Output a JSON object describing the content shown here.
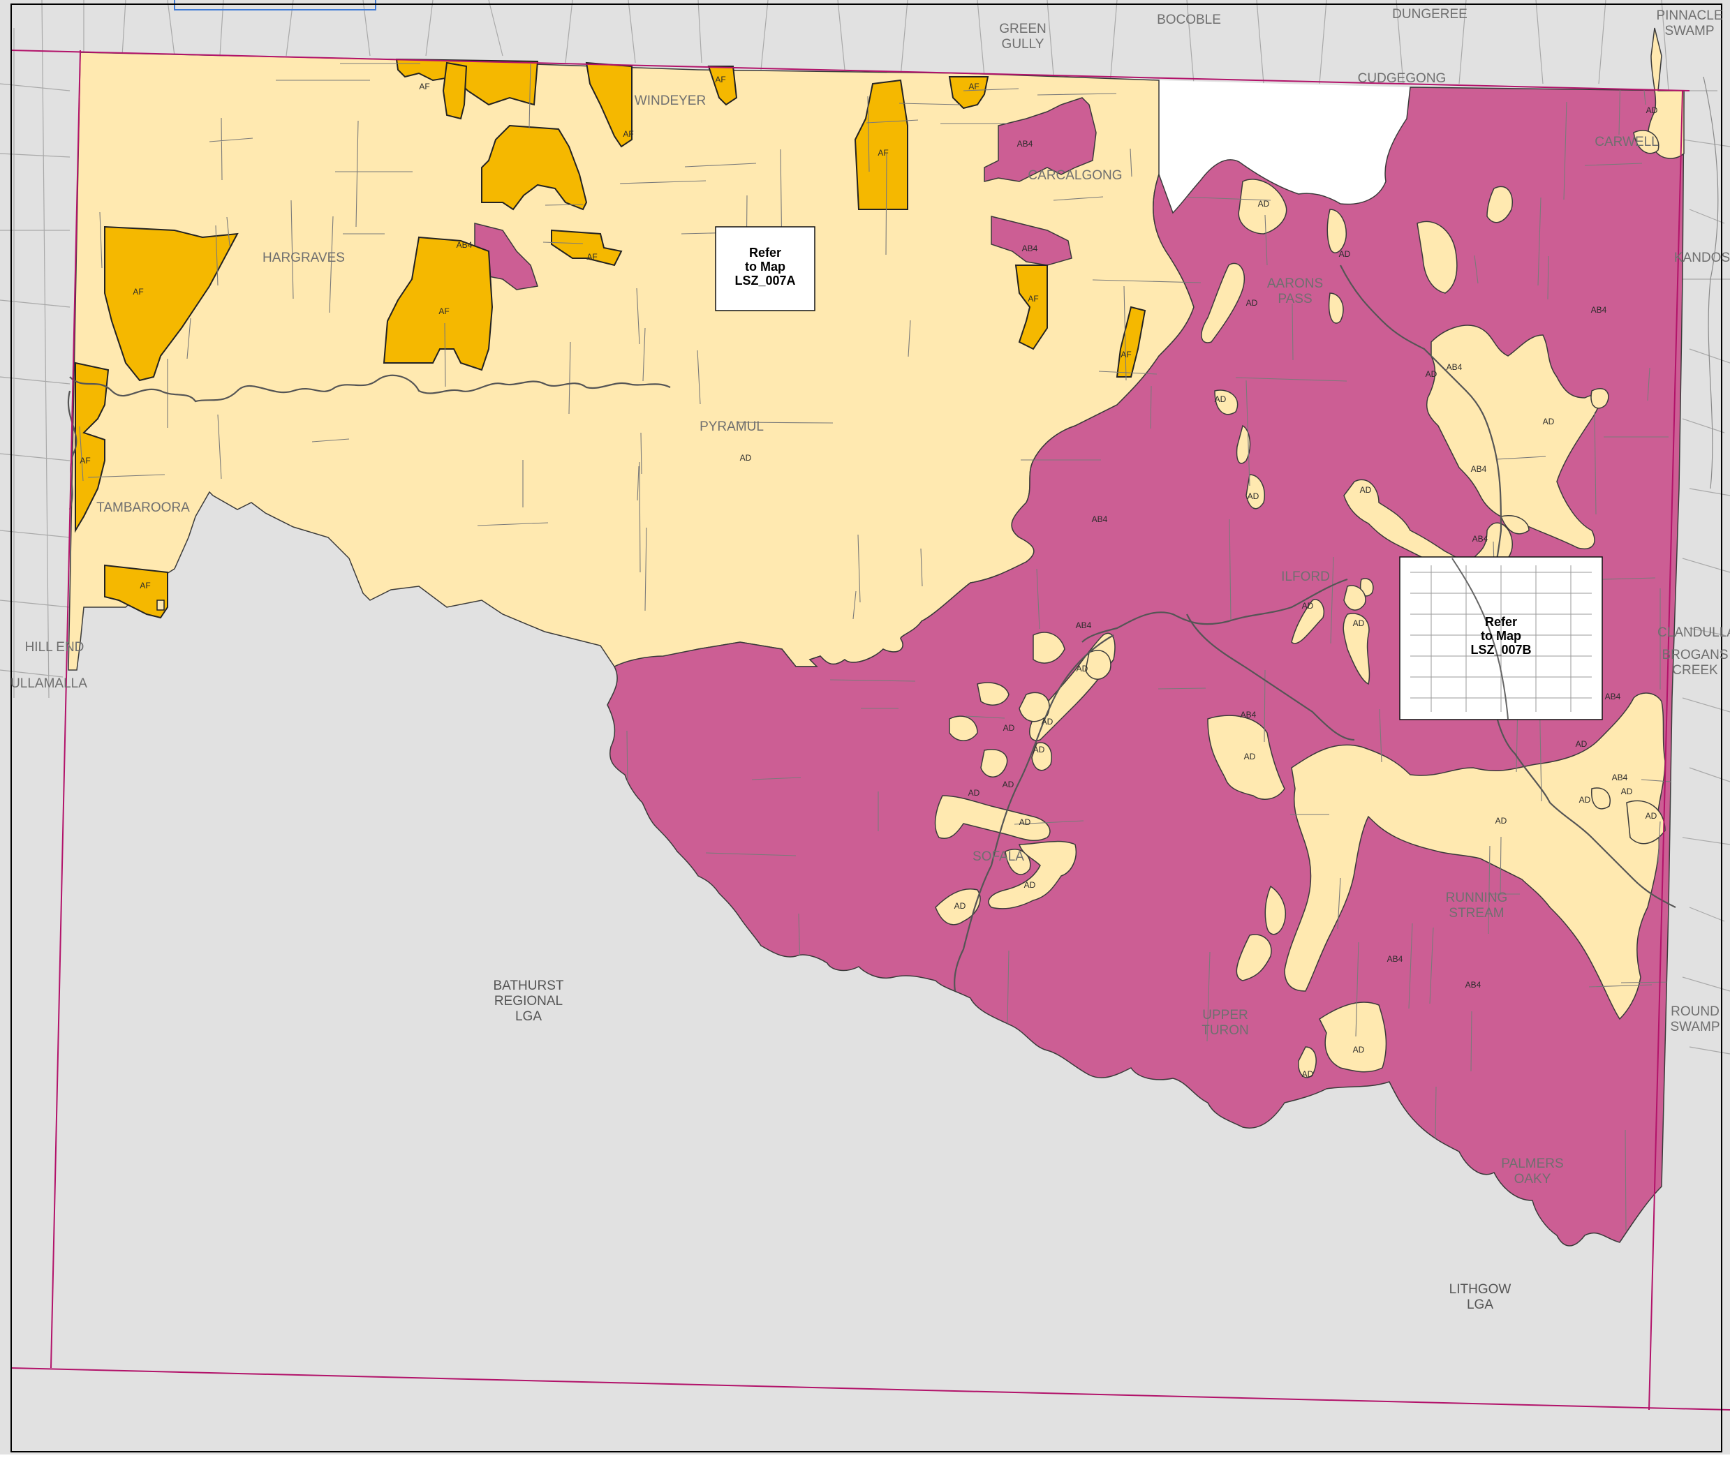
{
  "colors": {
    "outside": "#e1e1e1",
    "ad_zone": "#ffe9b0",
    "af_zone": "#f5b800",
    "ab4_zone": "#cc5e94",
    "white_area": "#ffffff",
    "boundary": "#b2136a",
    "cadastre": "#7a7a7a"
  },
  "icons": [
    "map-frame-border"
  ],
  "lga_labels": [
    {
      "line1": "BATHURST",
      "line2": "REGIONAL",
      "line3": "LGA"
    },
    {
      "line1": "LITHGOW",
      "line2": "LGA",
      "line3": ""
    }
  ],
  "localities": [
    {
      "a": "GREEN",
      "b": "GULLY"
    },
    {
      "a": "BOCOBLE",
      "b": ""
    },
    {
      "a": "DUNGEREE",
      "b": ""
    },
    {
      "a": "PINNACLE",
      "b": "SWAMP"
    },
    {
      "a": "CUDGEGONG",
      "b": ""
    },
    {
      "a": "WINDEYER",
      "b": ""
    },
    {
      "a": "CARCALGONG",
      "b": ""
    },
    {
      "a": "CARWELL",
      "b": ""
    },
    {
      "a": "HARGRAVES",
      "b": ""
    },
    {
      "a": "KANDOS",
      "b": ""
    },
    {
      "a": "AARONS",
      "b": "PASS"
    },
    {
      "a": "PYRAMUL",
      "b": ""
    },
    {
      "a": "TAMBAROORA",
      "b": ""
    },
    {
      "a": "ILFORD",
      "b": ""
    },
    {
      "a": "HILL END",
      "b": ""
    },
    {
      "a": "ULLAMALLA",
      "b": ""
    },
    {
      "a": "CLANDULLA",
      "b": ""
    },
    {
      "a": "BROGANS",
      "b": "CREEK"
    },
    {
      "a": "SOFALA",
      "b": ""
    },
    {
      "a": "RUNNING",
      "b": "STREAM"
    },
    {
      "a": "UPPER",
      "b": "TURON"
    },
    {
      "a": "ROUND",
      "b": "SWAMP"
    },
    {
      "a": "PALMERS",
      "b": "OAKY"
    }
  ],
  "refer_boxes": [
    {
      "l1": "Refer",
      "l2": "to Map",
      "l3": "LSZ_007A"
    },
    {
      "l1": "Refer",
      "l2": "to Map",
      "l3": "LSZ_007B"
    }
  ],
  "zone_codes": {
    "af": "AF",
    "ad": "AD",
    "ab4": "AB4"
  }
}
